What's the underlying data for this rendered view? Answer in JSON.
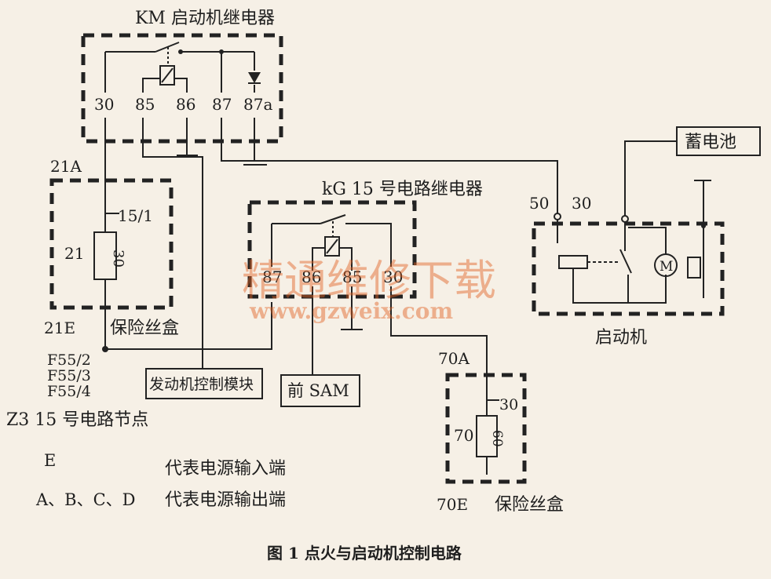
{
  "km_relay": {
    "title": "KM 启动机继电器",
    "pins": [
      "30",
      "85",
      "86",
      "87",
      "87a"
    ]
  },
  "kg_relay": {
    "title": "kG  15 号电路继电器",
    "pins": [
      "87",
      "86",
      "85",
      "30"
    ]
  },
  "fuse_box_1": {
    "label_top": "21A",
    "node": "15/1",
    "fuse_id": "21",
    "fuse_rating": "30",
    "label_bottom": "21E",
    "box_label": "保险丝盒"
  },
  "fuse_box_2": {
    "label_top": "70A",
    "node": "30",
    "fuse_id": "70",
    "fuse_rating": "60",
    "label_bottom": "70E",
    "box_label": "保险丝盒"
  },
  "starter": {
    "terminals": [
      "50",
      "30"
    ],
    "label": "启动机",
    "motor_symbol": "M"
  },
  "battery_label": "蓄电池",
  "engine_module_label": "发动机控制模块",
  "front_sam_label": "前 SAM",
  "connectors": [
    "F55/2",
    "F55/3",
    "F55/4"
  ],
  "node_label": "Z3  15 号电路节点",
  "legend": [
    {
      "key": "E",
      "text": "代表电源输入端"
    },
    {
      "key": "A、B、C、D",
      "text": "代表电源输出端"
    }
  ],
  "watermark": {
    "line1": "精通维修下载",
    "line2": "www.gzweix.com"
  },
  "caption": "图 1    点火与启动机控制电路"
}
